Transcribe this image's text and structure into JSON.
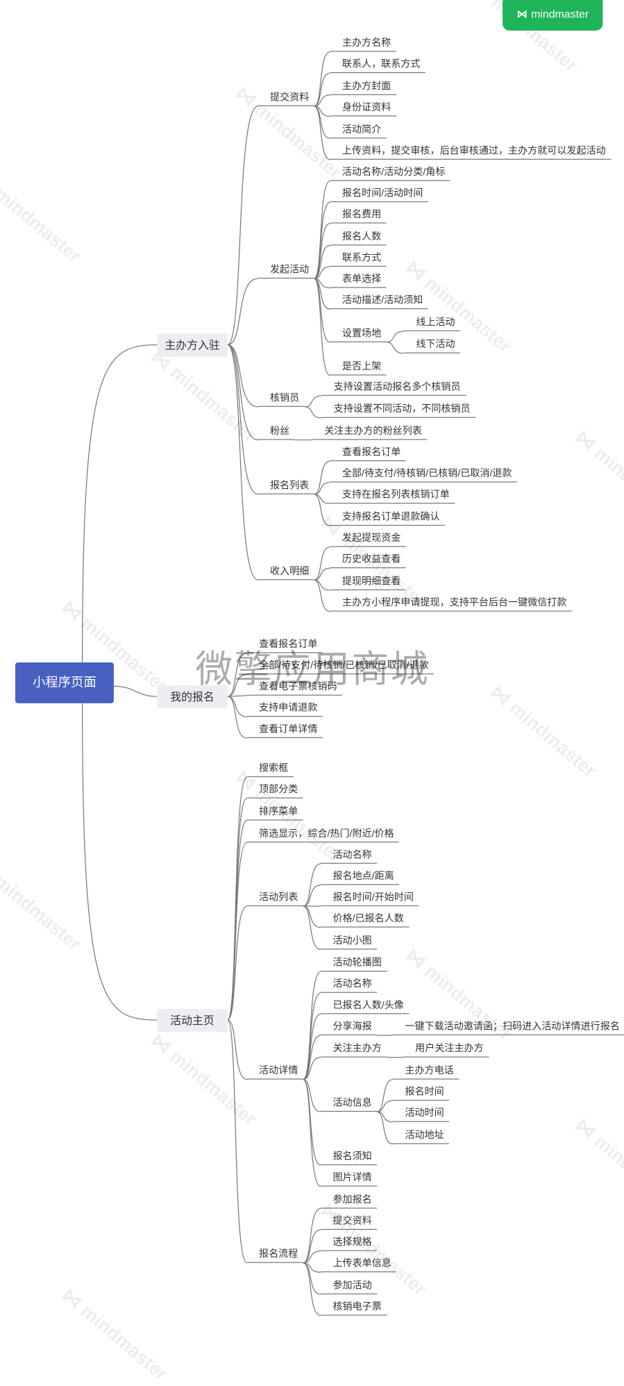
{
  "logo": {
    "text": "mindmaster"
  },
  "watermark": {
    "brand": "mindmaster",
    "overlay_text": "微擎应用商城"
  },
  "colors": {
    "root": "#4760c2",
    "branch": "#eceef4",
    "logo": "#1eb45a",
    "line": "#777777"
  },
  "tree": {
    "root": "小程序页面",
    "branches": [
      {
        "label": "主办方入驻",
        "children": [
          {
            "label": "提交资料",
            "children": [
              {
                "label": "主办方名称"
              },
              {
                "label": "联系人，联系方式"
              },
              {
                "label": "主办方封面"
              },
              {
                "label": "身份证资料"
              },
              {
                "label": "活动简介"
              },
              {
                "label": "上传资料，提交审核，后台审核通过，主办方就可以发起活动"
              }
            ]
          },
          {
            "label": "发起活动",
            "children": [
              {
                "label": "活动名称/活动分类/角标"
              },
              {
                "label": "报名时间/活动时间"
              },
              {
                "label": "报名费用"
              },
              {
                "label": "报名人数"
              },
              {
                "label": "联系方式"
              },
              {
                "label": "表单选择"
              },
              {
                "label": "活动描述/活动须知"
              },
              {
                "label": "设置场地",
                "children": [
                  {
                    "label": "线上活动"
                  },
                  {
                    "label": "线下活动"
                  }
                ]
              },
              {
                "label": "是否上架"
              }
            ]
          },
          {
            "label": "核销员",
            "children": [
              {
                "label": "支持设置活动报名多个核销员"
              },
              {
                "label": "支持设置不同活动，不同核销员"
              }
            ]
          },
          {
            "label": "粉丝",
            "children": [
              {
                "label": "关注主办方的粉丝列表"
              }
            ]
          },
          {
            "label": "报名列表",
            "children": [
              {
                "label": "查看报名订单"
              },
              {
                "label": "全部/待支付/待核销/已核销/已取消/退款"
              },
              {
                "label": "支持在报名列表核销订单"
              },
              {
                "label": "支持报名订单退款确认"
              }
            ]
          },
          {
            "label": "收入明细",
            "children": [
              {
                "label": "发起提现资金"
              },
              {
                "label": "历史收益查看"
              },
              {
                "label": "提现明细查看"
              },
              {
                "label": "主办方小程序申请提现，支持平台后台一键微信打款"
              }
            ]
          }
        ]
      },
      {
        "label": "我的报名",
        "children": [
          {
            "label": "查看报名订单"
          },
          {
            "label": "全部/待支付/待核销/已核销/已取消/退款"
          },
          {
            "label": "查看电子票核销码"
          },
          {
            "label": "支持申请退款"
          },
          {
            "label": "查看订单详情"
          }
        ]
      },
      {
        "label": "活动主页",
        "children": [
          {
            "label": "搜索框"
          },
          {
            "label": "顶部分类"
          },
          {
            "label": "排序菜单"
          },
          {
            "label": "筛选显示，综合/热门/附近/价格"
          },
          {
            "label": "活动列表",
            "children": [
              {
                "label": "活动名称"
              },
              {
                "label": "报名地点/距离"
              },
              {
                "label": "报名时间/开始时间"
              },
              {
                "label": "价格/已报名人数"
              },
              {
                "label": "活动小图"
              }
            ]
          },
          {
            "label": "活动详情",
            "children": [
              {
                "label": "活动轮播图"
              },
              {
                "label": "活动名称"
              },
              {
                "label": "已报名人数/头像"
              },
              {
                "label": "分享海报",
                "children": [
                  {
                    "label": "一键下载活动邀请函；扫码进入活动详情进行报名"
                  }
                ]
              },
              {
                "label": "关注主办方",
                "children": [
                  {
                    "label": "用户关注主办方"
                  }
                ]
              },
              {
                "label": "活动信息",
                "children": [
                  {
                    "label": "主办方电话"
                  },
                  {
                    "label": "报名时间"
                  },
                  {
                    "label": "活动时间"
                  },
                  {
                    "label": "活动地址"
                  }
                ]
              },
              {
                "label": "报名须知"
              },
              {
                "label": "图片详情"
              }
            ]
          },
          {
            "label": "报名流程",
            "children": [
              {
                "label": "参加报名"
              },
              {
                "label": "提交资料"
              },
              {
                "label": "选择规格"
              },
              {
                "label": "上传表单信息"
              },
              {
                "label": "参加活动"
              },
              {
                "label": "核销电子票"
              }
            ]
          }
        ]
      }
    ]
  }
}
